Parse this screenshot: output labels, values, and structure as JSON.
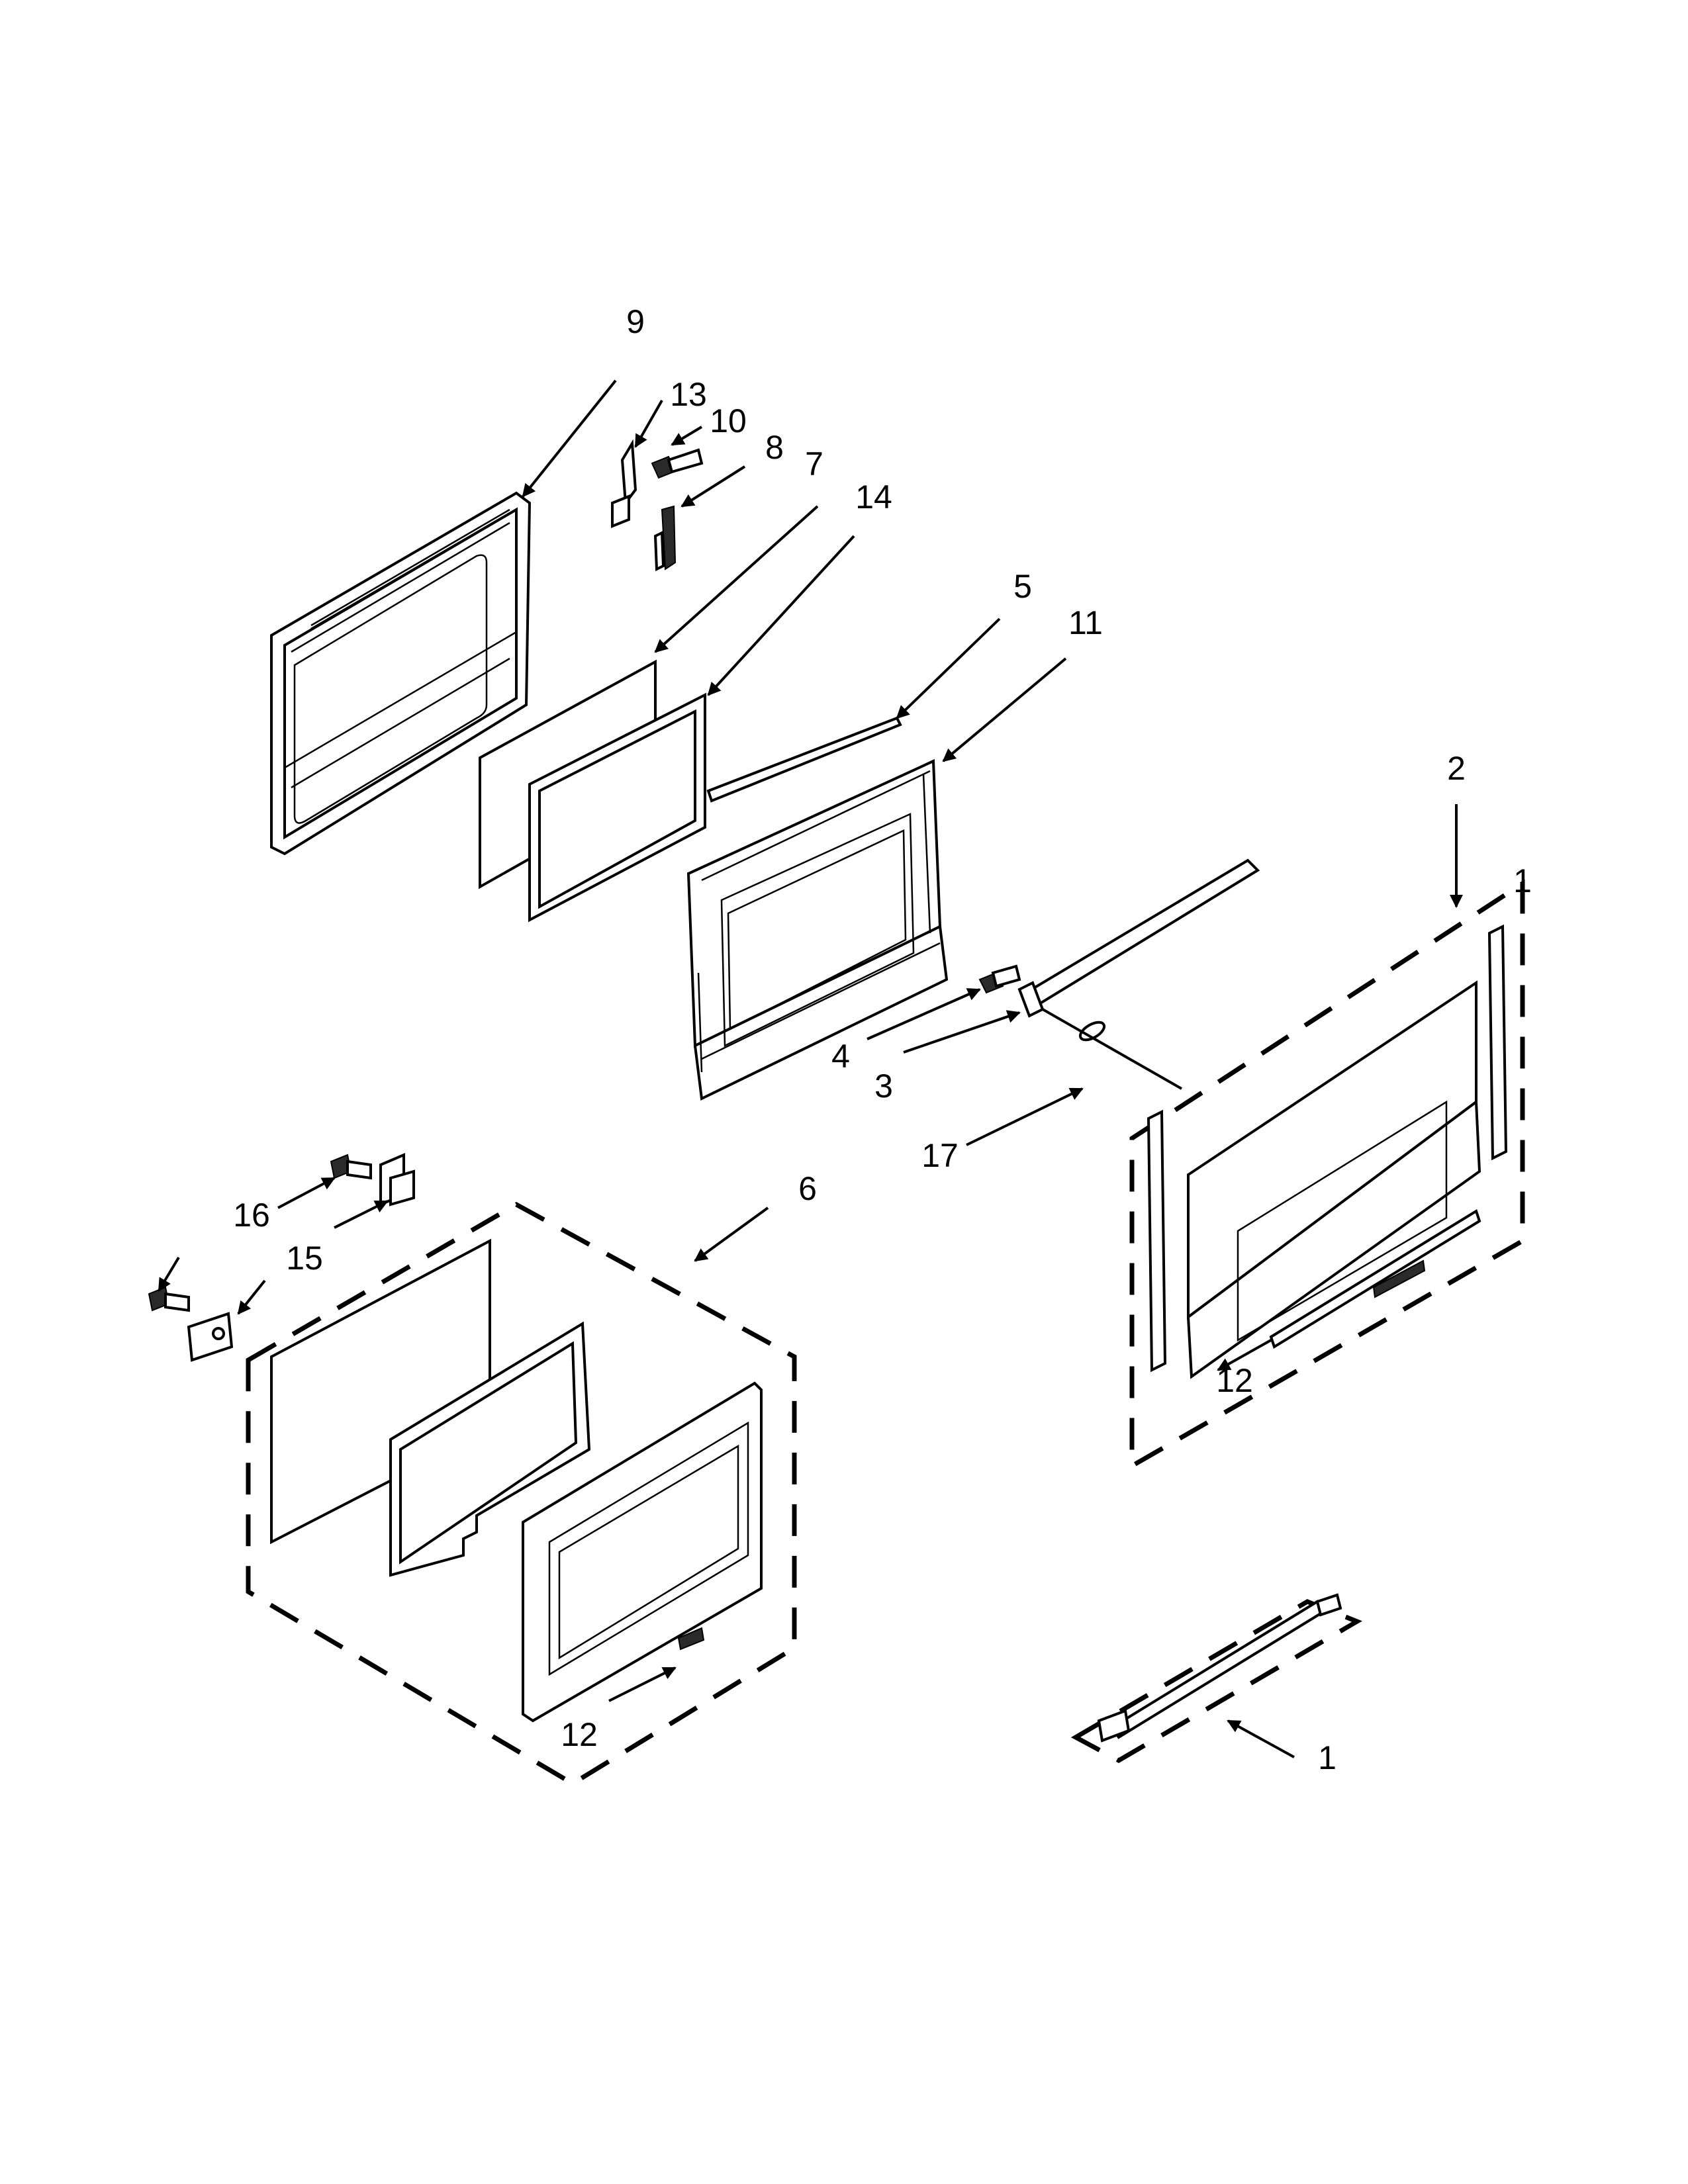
{
  "callouts": [
    {
      "id": "c9",
      "label": "9"
    },
    {
      "id": "c13",
      "label": "13"
    },
    {
      "id": "c10",
      "label": "10"
    },
    {
      "id": "c8",
      "label": "8"
    },
    {
      "id": "c7",
      "label": "7"
    },
    {
      "id": "c14",
      "label": "14"
    },
    {
      "id": "c5",
      "label": "5"
    },
    {
      "id": "c11",
      "label": "11"
    },
    {
      "id": "c2",
      "label": "2"
    },
    {
      "id": "c1a",
      "label": "1"
    },
    {
      "id": "c4",
      "label": "4"
    },
    {
      "id": "c3",
      "label": "3"
    },
    {
      "id": "c17",
      "label": "17"
    },
    {
      "id": "c16",
      "label": "16"
    },
    {
      "id": "c15a",
      "label": "15"
    },
    {
      "id": "c6",
      "label": "6"
    },
    {
      "id": "c12a",
      "label": "12"
    },
    {
      "id": "c12b",
      "label": "12"
    },
    {
      "id": "c1b",
      "label": "1"
    }
  ]
}
